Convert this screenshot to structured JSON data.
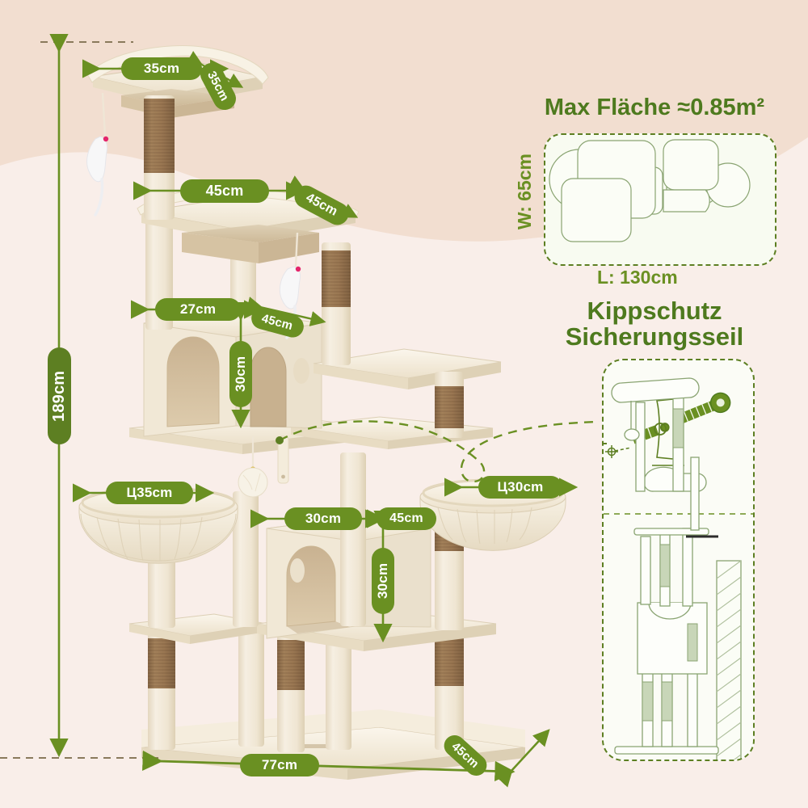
{
  "product": {
    "type": "cat-tree-dimension-infographic",
    "language": "de"
  },
  "theme": {
    "bg_pink": "#f9eee9",
    "bg_tan": "#f2ded0",
    "badge_green": "#6a9022",
    "badge_green_dark": "#5d7f22",
    "heading_green": "#4e7a1e",
    "badge_text": "#ffffff",
    "plush_cream": "#f3ead8",
    "plush_shadow": "#ddd0b6",
    "sisal_brown": "#9a7751",
    "sisal_dark": "#8a6845",
    "panel_tan": "#d9c5a9"
  },
  "dimensions": {
    "total_height": "189cm",
    "top_platform_width": "35cm",
    "top_platform_depth": "35cm",
    "second_platform_width": "45cm",
    "second_platform_depth": "45cm",
    "upper_condo_width": "27cm",
    "upper_condo_depth": "45cm",
    "upper_condo_height": "30cm",
    "upper_basket_diameter": "Ц35cm",
    "lower_basket_diameter": "Ц30cm",
    "lower_condo_width": "30cm",
    "lower_condo_depth": "45cm",
    "lower_condo_height": "30cm",
    "base_width": "77cm",
    "base_depth": "45cm"
  },
  "badges": [
    {
      "id": "top-width",
      "label": "35cm"
    },
    {
      "id": "top-depth",
      "label": "35cm"
    },
    {
      "id": "second-width",
      "label": "45cm"
    },
    {
      "id": "second-depth",
      "label": "45cm"
    },
    {
      "id": "total-height",
      "label": "189cm"
    },
    {
      "id": "upper-condo-w",
      "label": "27cm"
    },
    {
      "id": "upper-condo-d",
      "label": "45cm"
    },
    {
      "id": "upper-condo-h",
      "label": "30cm"
    },
    {
      "id": "upper-basket",
      "label": "Ц35cm"
    },
    {
      "id": "lower-basket",
      "label": "Ц30cm"
    },
    {
      "id": "lower-condo-w",
      "label": "30cm"
    },
    {
      "id": "lower-condo-d",
      "label": "45cm"
    },
    {
      "id": "lower-condo-h",
      "label": "30cm"
    },
    {
      "id": "base-width",
      "label": "77cm"
    },
    {
      "id": "base-depth",
      "label": "45cm"
    }
  ],
  "area_panel": {
    "title": "Max Fläche ≈0.85m²",
    "width_label": "W: 65cm",
    "length_label": "L: 130cm"
  },
  "anti_tip_panel": {
    "title_line1": "Kippschutz",
    "title_line2": "Sicherungsseil"
  }
}
